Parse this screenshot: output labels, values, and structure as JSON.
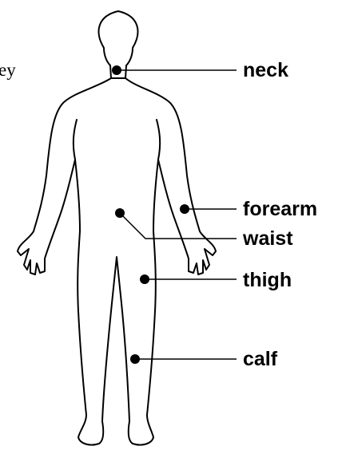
{
  "cropped_text": "ey",
  "labels": {
    "neck": "neck",
    "forearm": "forearm",
    "waist": "waist",
    "thigh": "thigh",
    "calf": "calf"
  },
  "colors": {
    "outline": "#000000",
    "background": "#ffffff"
  }
}
